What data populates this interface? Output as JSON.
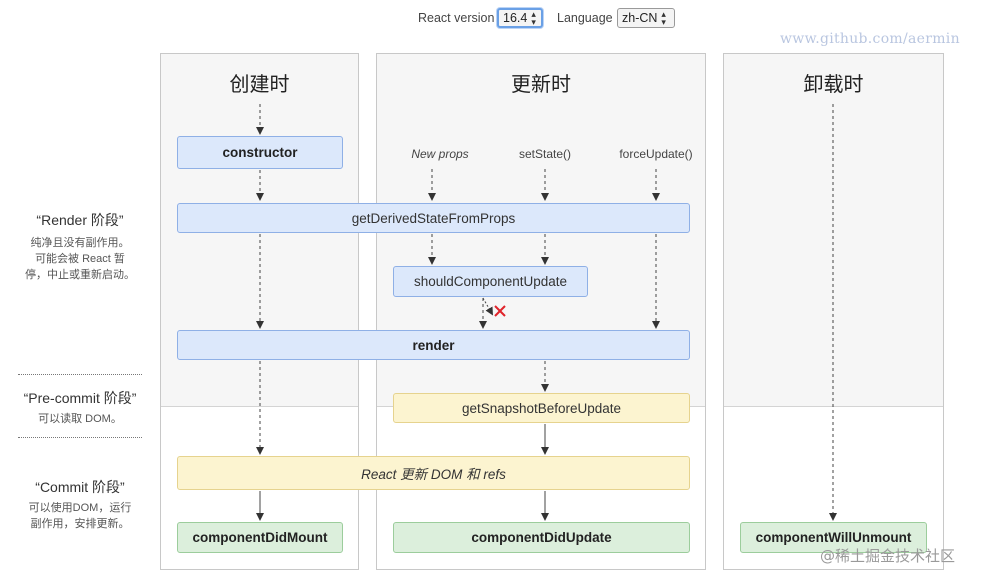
{
  "controls": {
    "react_version_label": "React version",
    "react_version_value": "16.4",
    "language_label": "Language",
    "language_value": "zh-CN"
  },
  "watermark_url": "www.github.com/aermin",
  "watermark_brand": "@稀土掘金技术社区",
  "columns": {
    "mount": {
      "title": "创建时"
    },
    "update": {
      "title": "更新时"
    },
    "unmount": {
      "title": "卸载时"
    }
  },
  "triggers": {
    "new_props": "New props",
    "set_state": "setState()",
    "force_update": "forceUpdate()"
  },
  "boxes": {
    "constructor": "constructor",
    "get_derived_state": "getDerivedStateFromProps",
    "should_component_update": "shouldComponentUpdate",
    "render": "render",
    "get_snapshot": "getSnapshotBeforeUpdate",
    "react_update_dom": "React 更新 DOM 和 refs",
    "component_did_mount": "componentDidMount",
    "component_did_update": "componentDidUpdate",
    "component_will_unmount": "componentWillUnmount"
  },
  "phases": {
    "render": {
      "title": "“Render 阶段”",
      "desc_lines": [
        "纯净且没有副作用。",
        "可能会被 React 暂",
        "停，中止或重新启动。"
      ]
    },
    "precommit": {
      "title": "“Pre-commit 阶段”",
      "desc_lines": [
        "可以读取 DOM。"
      ]
    },
    "commit": {
      "title": "“Commit 阶段”",
      "desc_lines": [
        "可以使用DOM，运行",
        "副作用，安排更新。"
      ]
    }
  },
  "colors": {
    "render_box": "#dce8fb",
    "commit_box": "#fcf4d0",
    "lifecycle_end_box": "#dcefdc",
    "cancel_mark": "#e0242b"
  }
}
